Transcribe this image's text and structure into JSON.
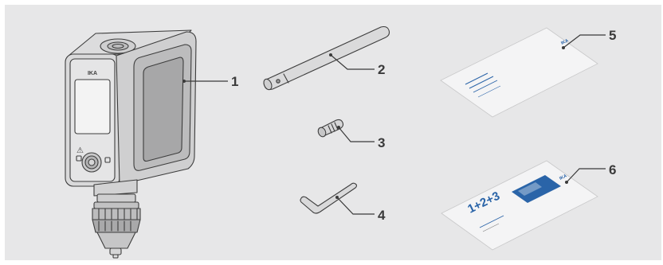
{
  "labels": {
    "part1": "1",
    "part2": "2",
    "part3": "3",
    "part4": "4",
    "part5": "5",
    "part6": "6"
  },
  "device": {
    "brand": "IKA",
    "warning_symbol": "⚠"
  },
  "document5": {
    "brand": "IKA"
  },
  "document6": {
    "brand": "IKA",
    "formula": "1+2+3"
  },
  "colors": {
    "background": "#e7e7e8",
    "ink": "#3d3d3d",
    "accent_blue": "#2a64a8"
  },
  "icons": [
    "alert-triangle-icon"
  ]
}
